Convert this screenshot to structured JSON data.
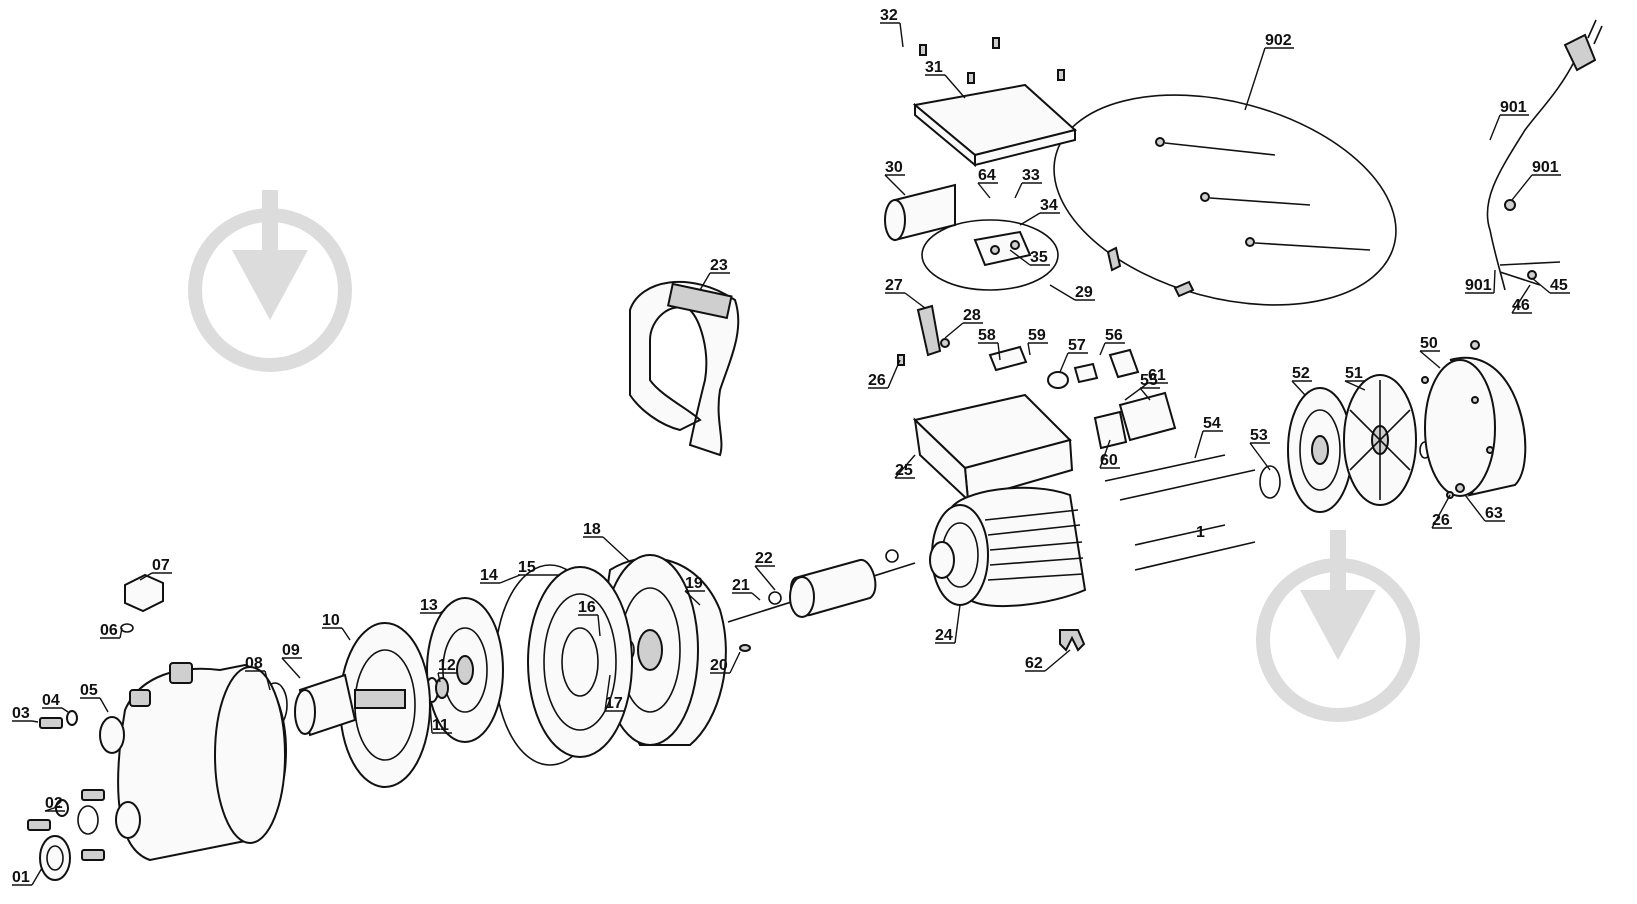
{
  "callouts": [
    "32",
    "31",
    "902",
    "901",
    "901",
    "30",
    "64",
    "33",
    "34",
    "35",
    "29",
    "23",
    "27",
    "28",
    "26",
    "58",
    "59",
    "57",
    "56",
    "55",
    "61",
    "25",
    "60",
    "54",
    "53",
    "52",
    "51",
    "50",
    "26",
    "63",
    "45",
    "46",
    "901",
    "07",
    "06",
    "03",
    "04",
    "05",
    "02",
    "01",
    "08",
    "09",
    "10",
    "13",
    "12",
    "11",
    "14",
    "15",
    "16",
    "17",
    "18",
    "19",
    "20",
    "21",
    "22",
    "24",
    "62"
  ],
  "shaft_mark": "1"
}
